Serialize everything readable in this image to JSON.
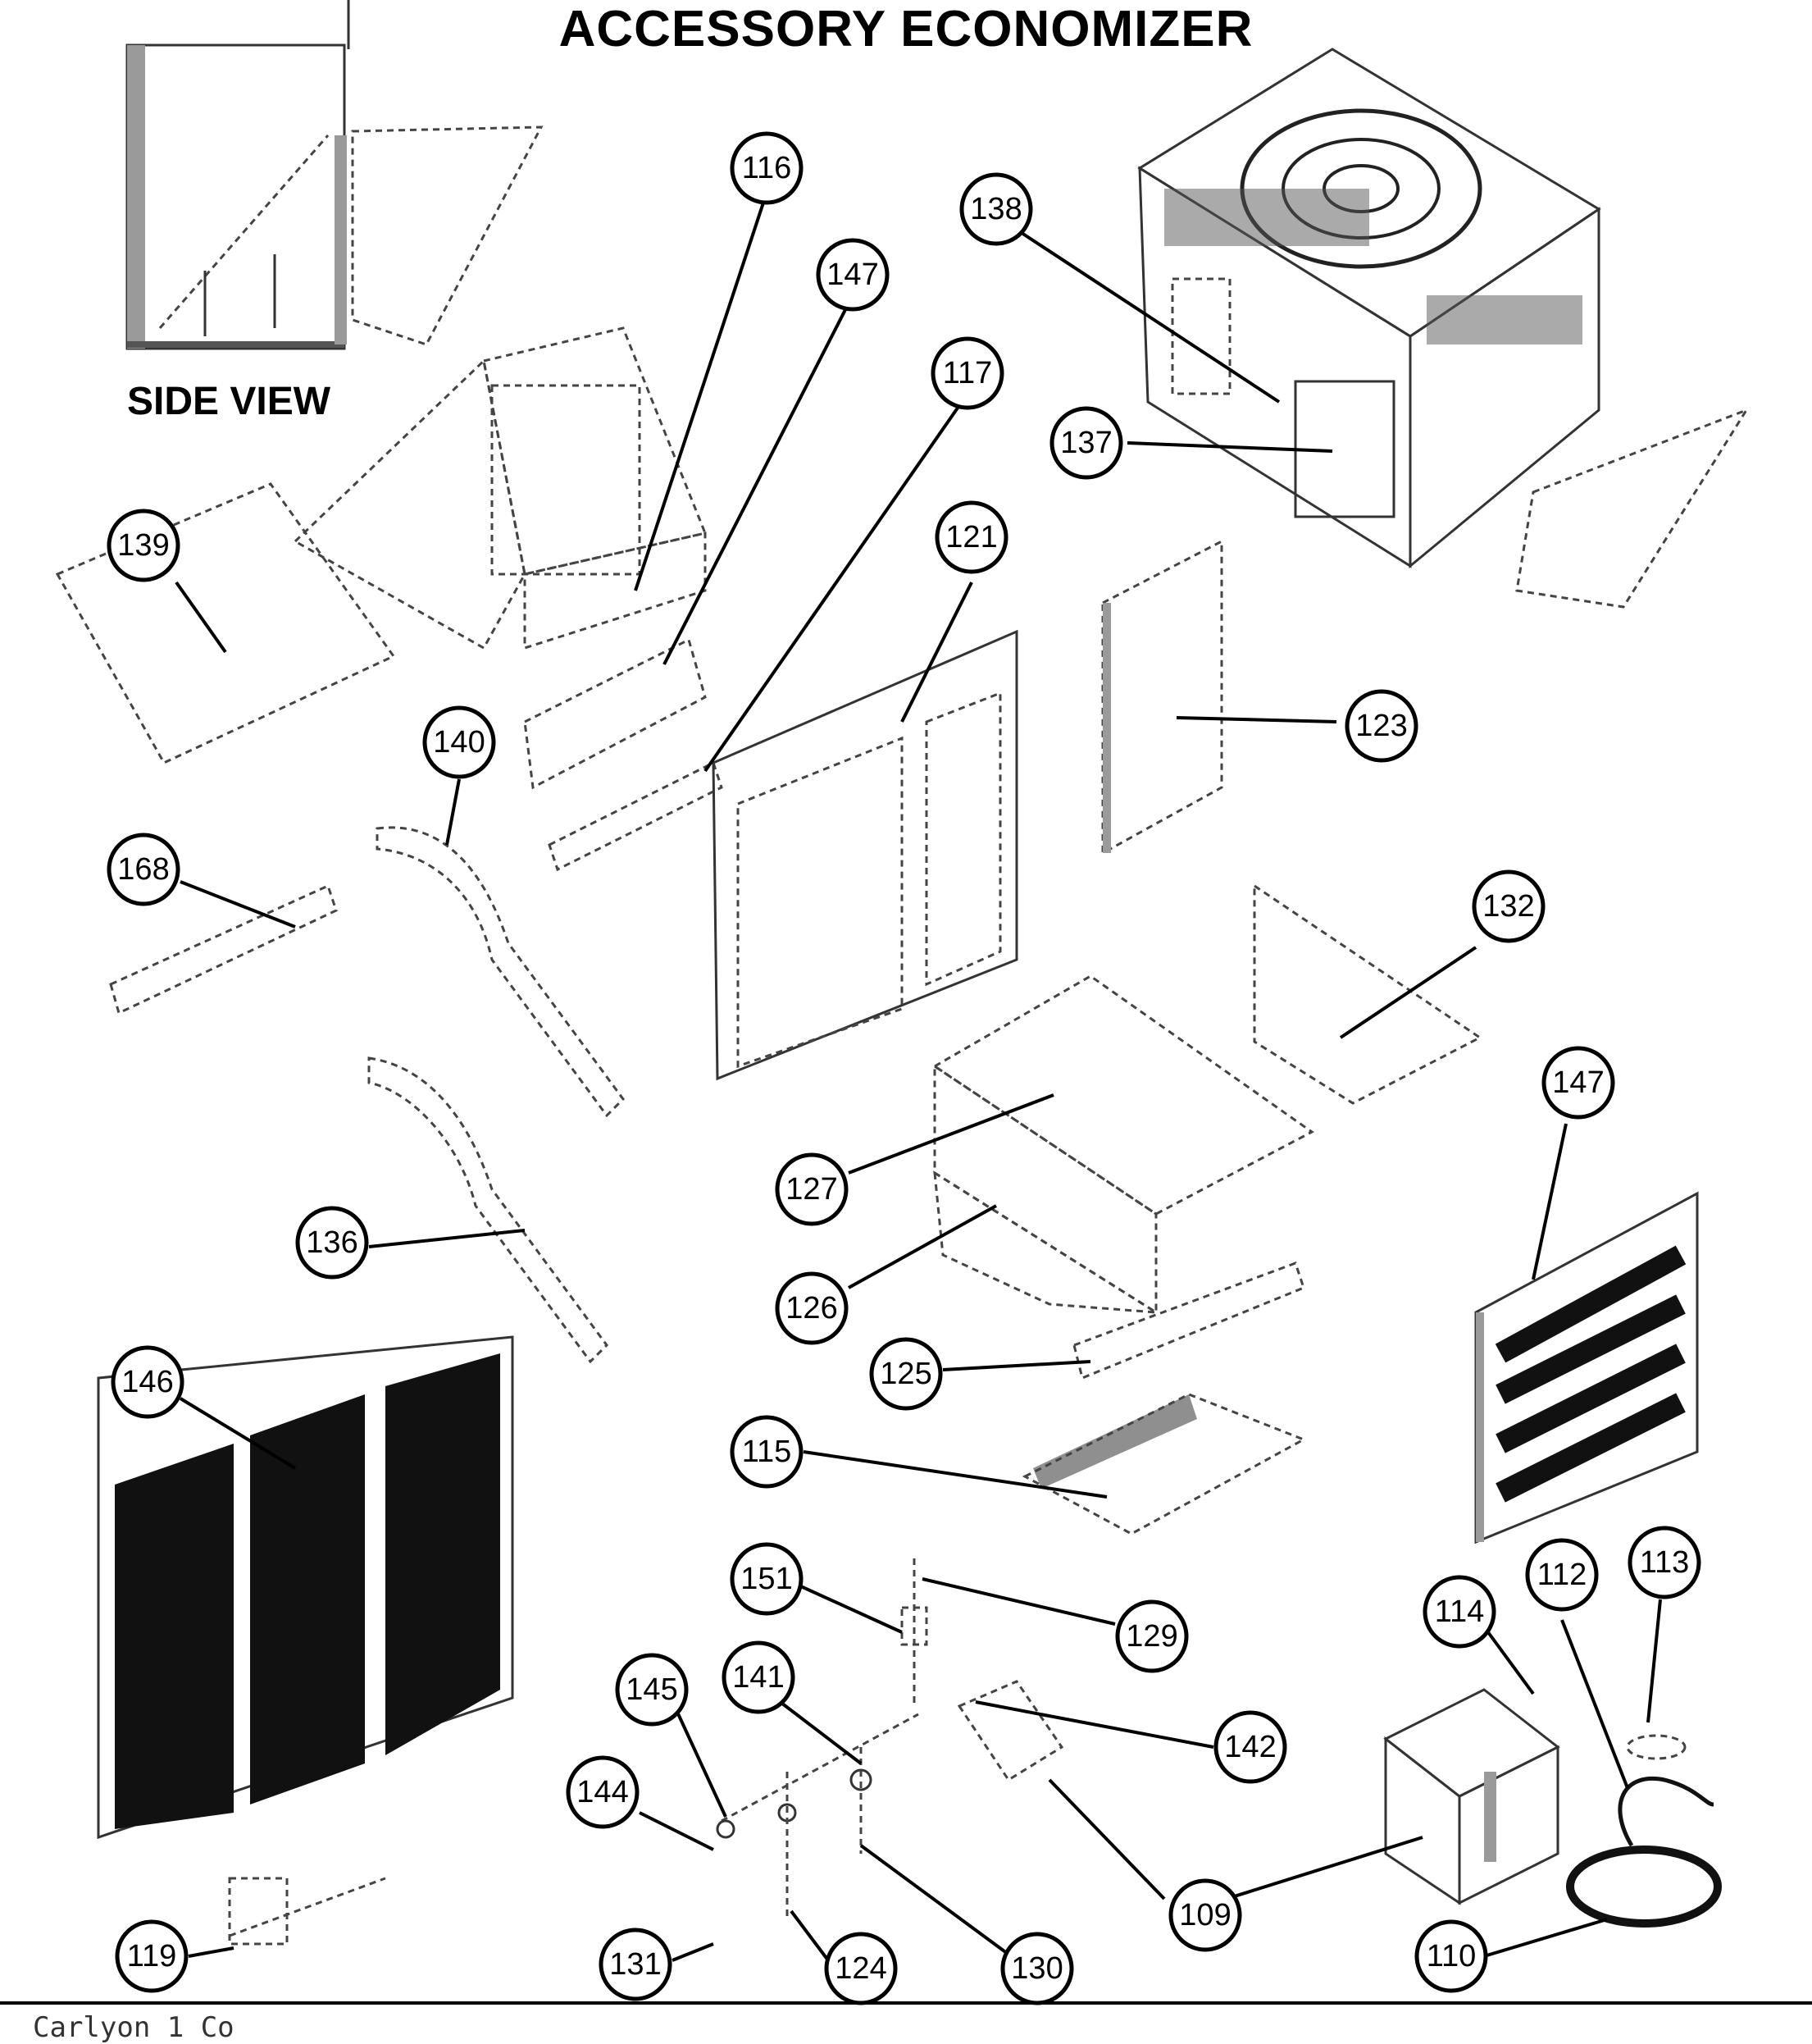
{
  "title": "ACCESSORY ECONOMIZER",
  "side_view_label": "SIDE VIEW",
  "footer_text": "Carlyon    1   Co",
  "callouts": [
    {
      "id": "116",
      "label": "116"
    },
    {
      "id": "147a",
      "label": "147"
    },
    {
      "id": "117",
      "label": "117"
    },
    {
      "id": "121",
      "label": "121"
    },
    {
      "id": "138",
      "label": "138"
    },
    {
      "id": "137",
      "label": "137"
    },
    {
      "id": "139",
      "label": "139"
    },
    {
      "id": "140",
      "label": "140"
    },
    {
      "id": "123",
      "label": "123"
    },
    {
      "id": "168",
      "label": "168"
    },
    {
      "id": "132",
      "label": "132"
    },
    {
      "id": "147b",
      "label": "147"
    },
    {
      "id": "127",
      "label": "127"
    },
    {
      "id": "136",
      "label": "136"
    },
    {
      "id": "126",
      "label": "126"
    },
    {
      "id": "125",
      "label": "125"
    },
    {
      "id": "146",
      "label": "146"
    },
    {
      "id": "115",
      "label": "115"
    },
    {
      "id": "151",
      "label": "151"
    },
    {
      "id": "129",
      "label": "129"
    },
    {
      "id": "113",
      "label": "113"
    },
    {
      "id": "112",
      "label": "112"
    },
    {
      "id": "114",
      "label": "114"
    },
    {
      "id": "145",
      "label": "145"
    },
    {
      "id": "141",
      "label": "141"
    },
    {
      "id": "142",
      "label": "142"
    },
    {
      "id": "144",
      "label": "144"
    },
    {
      "id": "109",
      "label": "109"
    },
    {
      "id": "119",
      "label": "119"
    },
    {
      "id": "131",
      "label": "131"
    },
    {
      "id": "124",
      "label": "124"
    },
    {
      "id": "130",
      "label": "130"
    },
    {
      "id": "110",
      "label": "110"
    }
  ]
}
